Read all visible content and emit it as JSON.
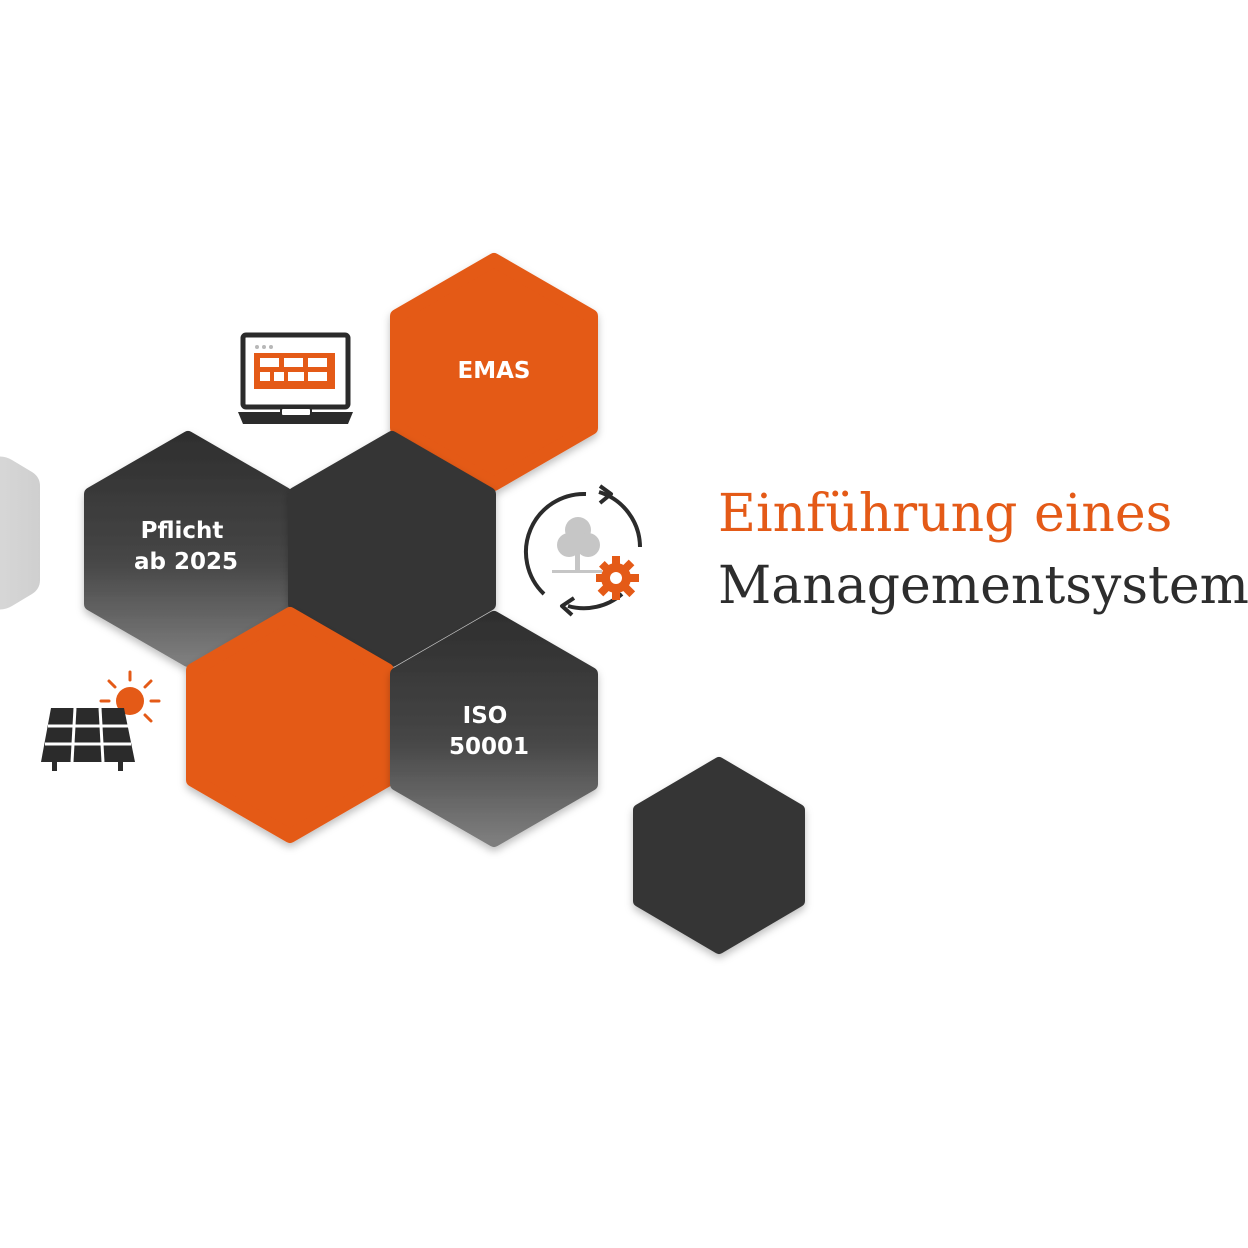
{
  "colors": {
    "orange": "#e45a17",
    "dark": "#353535",
    "gray_gradient_top": "#2f2f2f",
    "gray_gradient_bottom": "#7a7a7a",
    "light_gray": "#d9d9d9",
    "text_dark": "#2d2d2d"
  },
  "hexagons": {
    "emas": {
      "label_lines": [
        "EMAS"
      ]
    },
    "pflicht": {
      "label_lines": [
        "Pflicht",
        "ab 2025"
      ]
    },
    "iso": {
      "label_lines": [
        "ISO",
        "50001"
      ]
    }
  },
  "icons": {
    "laptop": "laptop-icon",
    "solar": "solar-panel-icon",
    "cycle": "sustainability-cycle-icon"
  },
  "headline": {
    "line1": "Einführung eines",
    "line2": "Managementsystem"
  }
}
